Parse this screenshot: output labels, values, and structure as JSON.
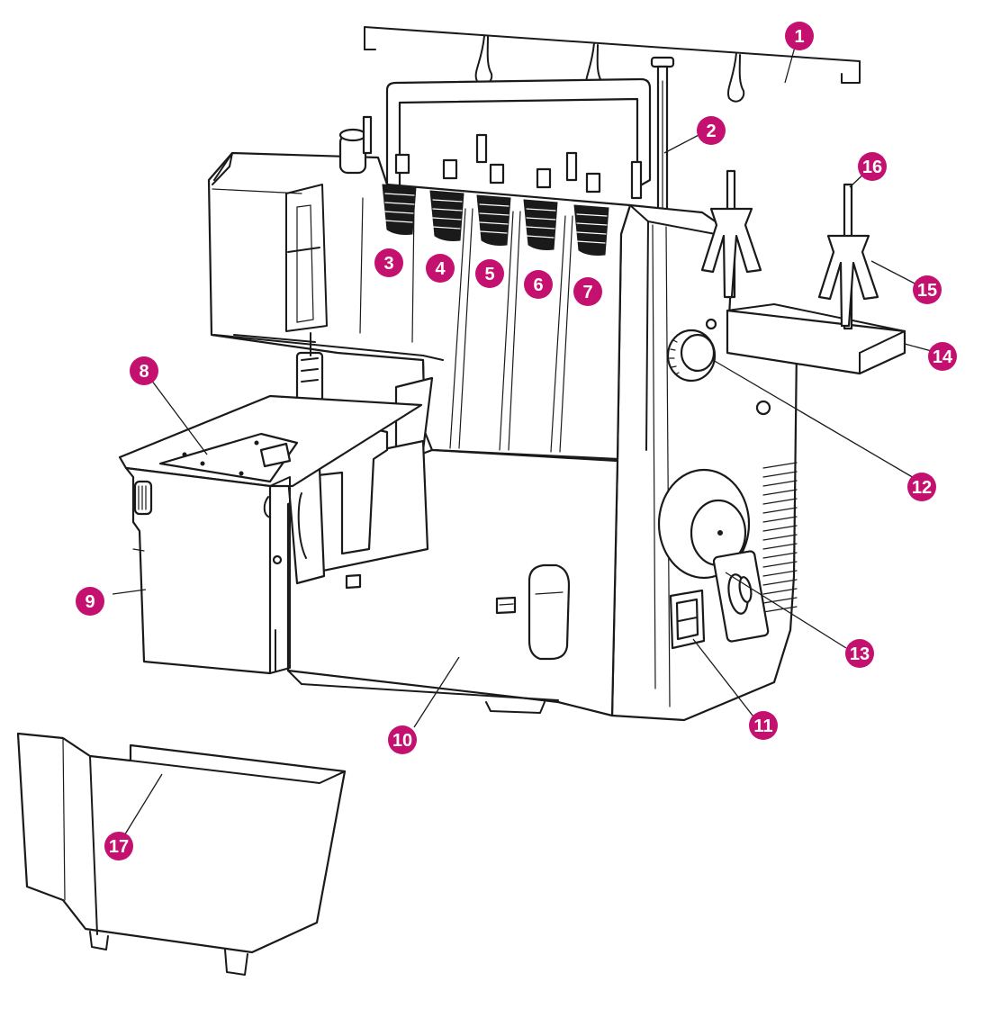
{
  "colors": {
    "callout": "#c4106e",
    "outline": "#1a1a1a",
    "background": "#ffffff"
  },
  "callouts": [
    {
      "number": "1"
    },
    {
      "number": "2"
    },
    {
      "number": "3"
    },
    {
      "number": "4"
    },
    {
      "number": "5"
    },
    {
      "number": "6"
    },
    {
      "number": "7"
    },
    {
      "number": "8"
    },
    {
      "number": "9"
    },
    {
      "number": "10"
    },
    {
      "number": "11"
    },
    {
      "number": "12"
    },
    {
      "number": "13"
    },
    {
      "number": "14"
    },
    {
      "number": "15"
    },
    {
      "number": "16"
    },
    {
      "number": "17"
    }
  ]
}
